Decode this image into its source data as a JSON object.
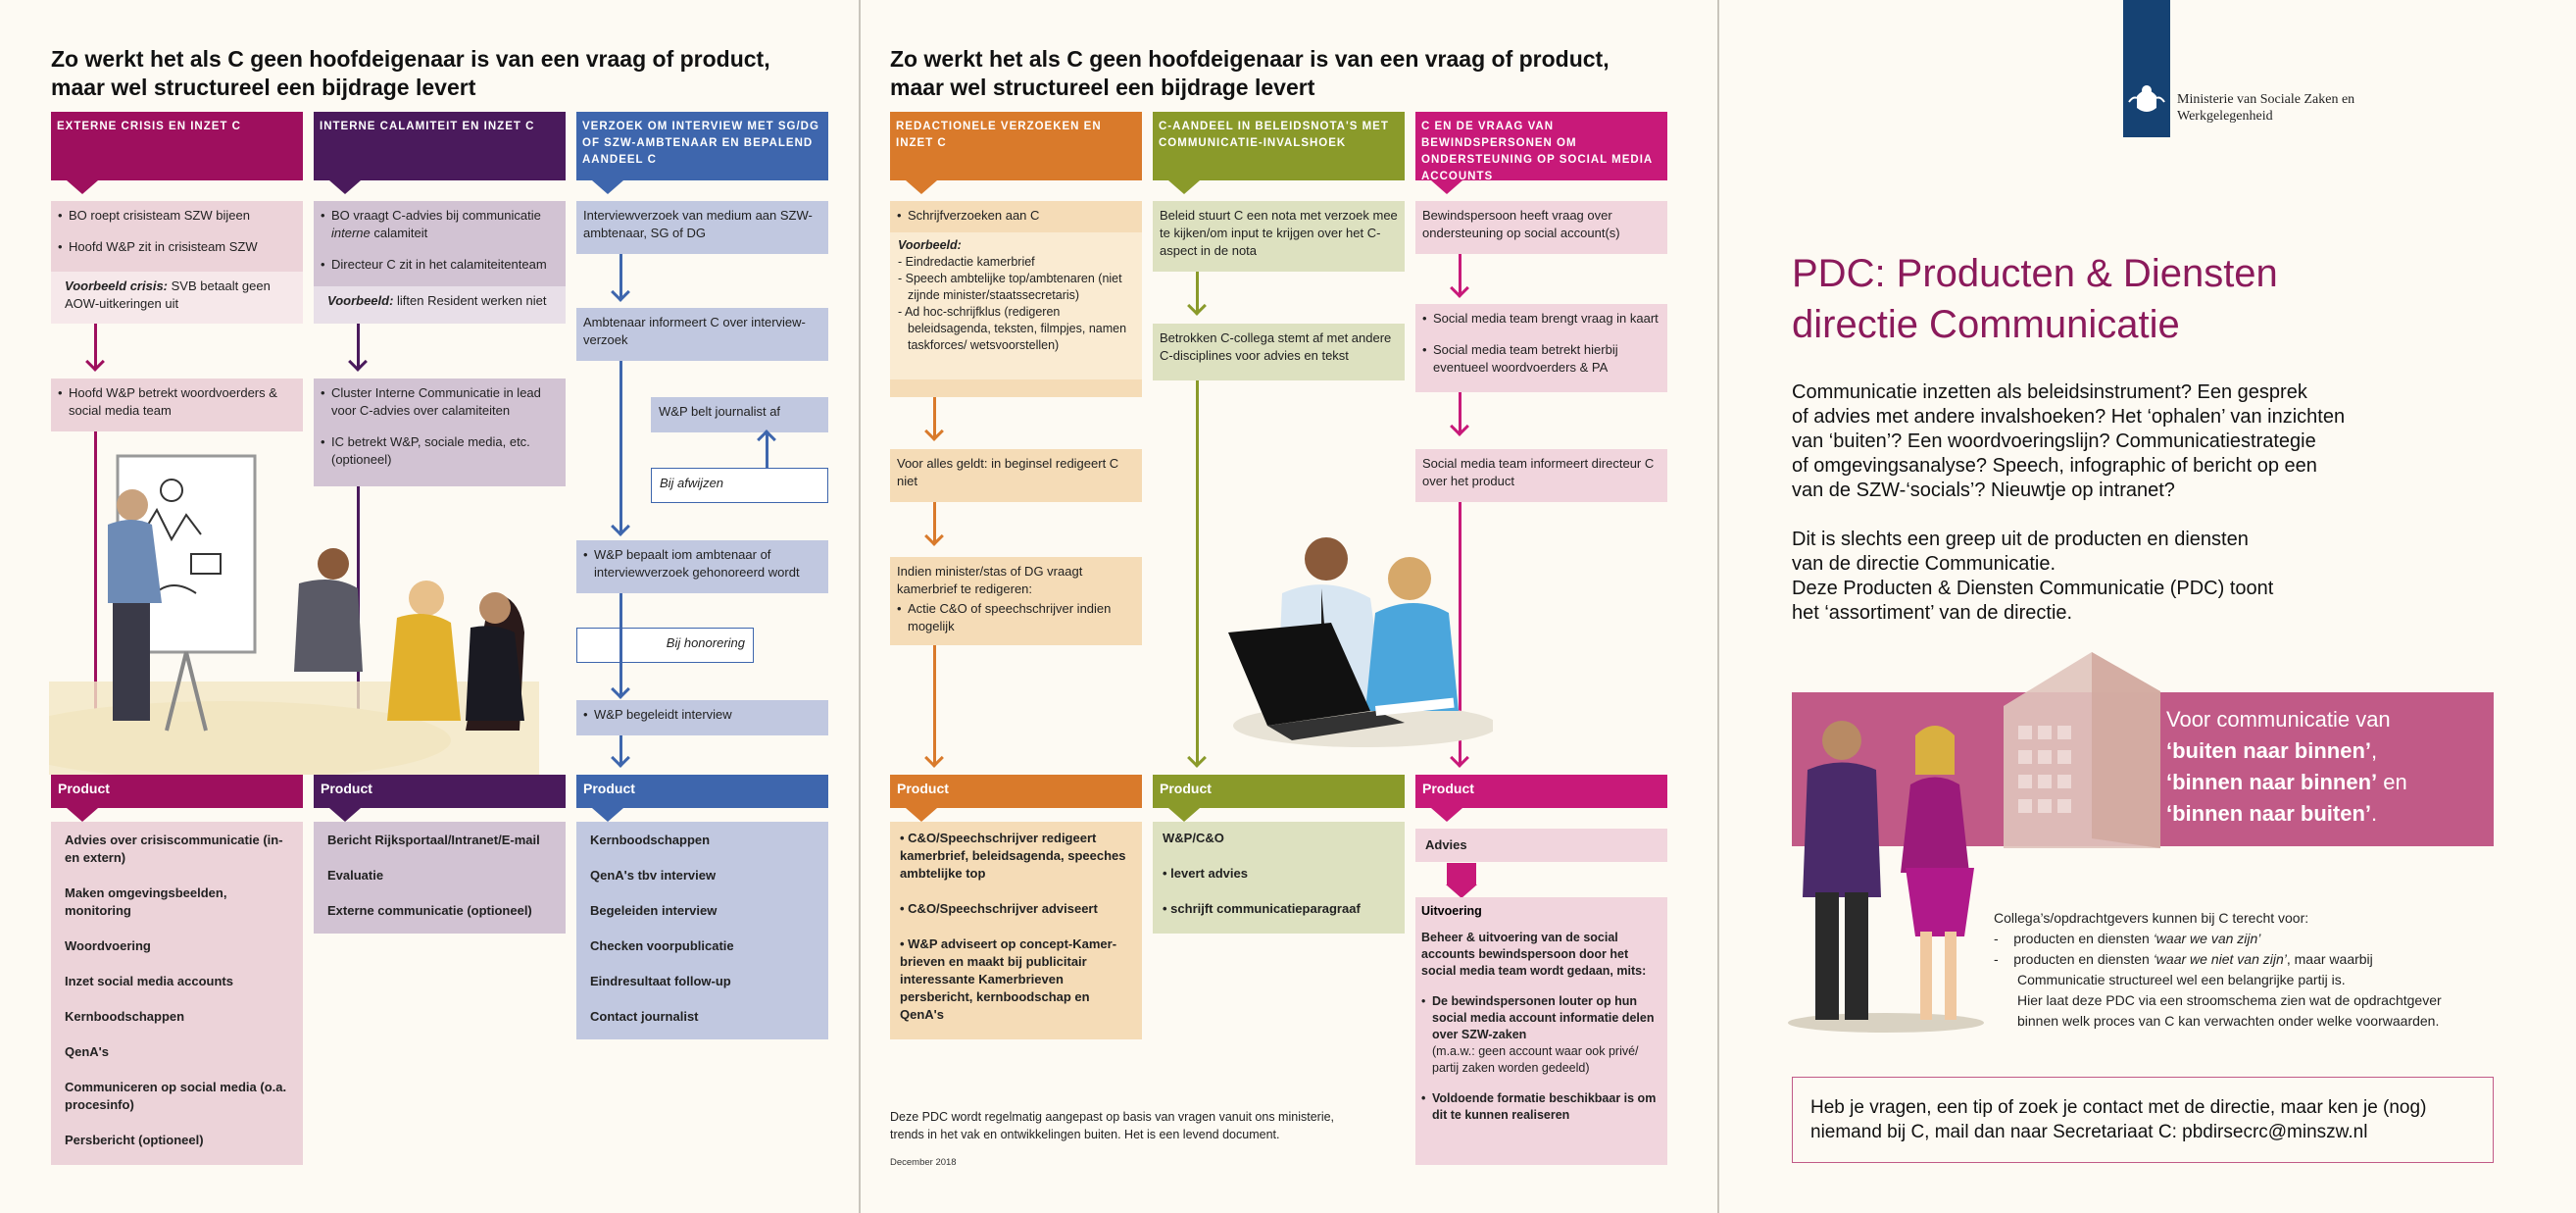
{
  "page1": {
    "title_line1": "Zo werkt het als C geen hoofdeigenaar is van een vraag of product,",
    "title_line2": "maar wel structureel een bijdrage levert",
    "col1": {
      "header": "Externe crisis en inzet C",
      "box1_item1": "BO roept crisisteam SZW bijeen",
      "box1_item2": "Hoofd W&P zit in crisisteam SZW",
      "example_label": "Voorbeeld crisis:",
      "example_text": " SVB betaalt geen AOW-uitkeringen uit",
      "box2_item1": "Hoofd W&P betrekt woordvoerders & social media team",
      "product_label": "Product",
      "products": [
        "Advies over crisiscommunicatie (in- en extern)",
        "Maken omgevingsbeelden, monitoring",
        "Woordvoering",
        "Inzet social media accounts",
        "Kernboodschappen",
        "QenA's",
        "Communiceren op social media (o.a. procesinfo)",
        "Persbericht (optioneel)"
      ]
    },
    "col2": {
      "header": "Interne calamiteit en inzet C",
      "box1_item1a": "BO vraagt C-advies bij communicatie ",
      "box1_item1b": "interne",
      "box1_item1c": " calamiteit",
      "box1_item2": "Directeur C zit in het calamiteitenteam",
      "example_label": "Voorbeeld:",
      "example_text": " liften Resident werken niet",
      "box2_item1": "Cluster Interne Communicatie in lead voor C-advies over calamiteiten",
      "box2_item2": "IC betrekt W&P, sociale media, etc. (optioneel)",
      "product_label": "Product",
      "products": [
        "Bericht Rijksportaal/Intranet/E-mail",
        "Evaluatie",
        "Externe communicatie (optioneel)"
      ]
    },
    "col3": {
      "header": "Verzoek om interview met SG/DG of SZW-ambtenaar en bepalend aandeel C",
      "box1": "Interviewverzoek van medium aan SZW- ambtenaar, SG of DG",
      "box2": "Ambtenaar informeert C over interview-verzoek",
      "side1": "W&P belt journalist af",
      "side2": "Bij afwijzen",
      "box3": "W&P bepaalt iom ambtenaar of interviewverzoek gehonoreerd wordt",
      "side3": "Bij honorering",
      "box4": "W&P begeleidt interview",
      "product_label": "Product",
      "products": [
        "Kernboodschappen",
        "QenA's tbv interview",
        "Begeleiden interview",
        "Checken voorpublicatie",
        "Eindresultaat follow-up",
        "Contact journalist"
      ]
    }
  },
  "page2": {
    "title_line1": "Zo werkt het als C geen hoofdeigenaar is van een vraag of product,",
    "title_line2": "maar wel structureel een bijdrage levert",
    "col1": {
      "header": "Redactionele verzoeken en inzet C",
      "box1_item1": "Schrijfverzoeken aan C",
      "example_label": "Voorbeeld:",
      "example_items": [
        "Eindredactie kamerbrief",
        "Speech ambtelijke top/ambtenaren (niet zijnde minister/staatssecretaris)",
        "Ad hoc-schrijfklus (redigeren beleidsagenda, teksten, filmpjes, namen taskforces/ wetsvoorstellen)"
      ],
      "box2": "Voor alles geldt: in beginsel redigeert C niet",
      "box3_intro": "Indien minister/stas of DG vraagt kamerbrief te redigeren:",
      "box3_item": "Actie C&O of speechschrijver indien mogelijk",
      "product_label": "Product",
      "products": [
        "C&O/Speechschrijver redigeert kamerbrief, beleidsagenda, speeches ambtelijke top",
        "C&O/Speechschrijver adviseert",
        "W&P adviseert op concept-Kamer-brieven en maakt bij publicitair interessante Kamerbrieven persbericht, kernboodschap en QenA's"
      ]
    },
    "col2": {
      "header": "C-aandeel in beleidsnota's met communicatie-invalshoek",
      "box1": "Beleid stuurt C een nota met verzoek mee te kijken/om input te krijgen over het C-aspect in de nota",
      "box2": "Betrokken C-collega stemt af met andere C-disciplines voor advies en tekst",
      "product_label": "Product",
      "product_title": "W&P/C&O",
      "products": [
        "levert advies",
        "schrijft communicatieparagraaf"
      ]
    },
    "col3": {
      "header": "C en de vraag van bewindspersonen om ondersteuning op social media accounts",
      "box1": "Bewindspersoon heeft vraag over ondersteuning op social account(s)",
      "box2_item1": "Social media team brengt vraag in kaart",
      "box2_item2": "Social media team betrekt hierbij eventueel woordvoerders & PA",
      "box3": "Social media team informeert directeur C over het product",
      "product_label": "Product",
      "advies_label": "Advies",
      "uitvoering_label": "Uitvoering",
      "uitvoering_text": "Beheer & uitvoering van de social accounts bewindspersoon door het social media team wordt gedaan, mits:",
      "cond1": "De bewindspersonen louter op hun social media account informatie delen over SZW-zaken",
      "cond1_sub": "(m.a.w.: geen account waar ook privé/ partij zaken worden gedeeld)",
      "cond2": "Voldoende formatie beschikbaar is om dit te kunnen realiseren"
    },
    "footer_line1": "Deze PDC wordt regelmatig aangepast op basis van vragen vanuit ons ministerie,",
    "footer_line2": "trends in het vak en ontwikkelingen buiten. Het is een levend document.",
    "date": "December 2018"
  },
  "page3": {
    "ministry_line1": "Ministerie van Sociale Zaken en",
    "ministry_line2": "Werkgelegenheid",
    "title_line1": "PDC: Producten & Diensten",
    "title_line2": "directie Communicatie",
    "intro_lines": [
      "Communicatie inzetten als beleidsinstrument? Een gesprek",
      "of advies met andere invalshoeken? Het ‘ophalen’ van inzichten",
      "van ‘buiten’? Een woordvoeringslijn? Communicatiestrategie",
      "of omgevingsanalyse? Speech, infographic of bericht op een",
      "van de SZW-‘socials’? Nieuwtje op intranet?"
    ],
    "para2_lines": [
      "Dit is slechts een greep uit de producten en diensten",
      "van de directie Communicatie.",
      "Deze Producten & Diensten Communicatie (PDC) toont",
      "het ‘assortiment’ van de directie."
    ],
    "banner_intro": "Voor communicatie van",
    "banner_b1": "‘buiten naar binnen’",
    "banner_sep": ",",
    "banner_b2": "‘binnen naar binnen’",
    "banner_en": " en",
    "banner_b3": "‘binnen naar buiten’",
    "banner_end": ".",
    "colleagues_intro": "Collega’s/opdrachtgevers kunnen bij C terecht voor:",
    "list1a": "producten en diensten ",
    "list1b": "‘waar we van zijn’",
    "list2a": "producten en diensten ",
    "list2b": "‘waar we niet van zijn’",
    "list2c": ", maar waarbij",
    "list2d": "Communicatie structureel wel een belangrijke partij is.",
    "flow_line1": "Hier laat deze PDC via een stroomschema zien wat de opdrachtgever",
    "flow_line2": "binnen welk proces van C kan verwachten onder welke voorwaarden.",
    "contact_line1": "Heb je vragen, een tip of zoek je contact met de directie, maar ken je (nog)",
    "contact_line2": "niemand bij C, mail dan naar Secretariaat C: pbdirsecrc@minszw.nl"
  },
  "colors": {
    "crisis": "#9e0f5e",
    "calamiteit": "#4a1a5c",
    "interview": "#3e66ad",
    "redactie": "#d97a2b",
    "beleid": "#8a9a2a",
    "social": "#c81979",
    "pink_light": "#ecd3d9",
    "purple_light": "#d2c3d3",
    "blue_light": "#c1c8e0",
    "orange_light": "#f5dcb7",
    "green_light": "#dde1c0",
    "magenta_light": "#f1d5dd",
    "title_magenta": "#8b1a5b",
    "banner": "#c15a87",
    "rijks": "#154273"
  },
  "icons": [
    "rijkswapen-logo",
    "meeting-illustration",
    "laptop-illustration",
    "office-building-illustration"
  ]
}
